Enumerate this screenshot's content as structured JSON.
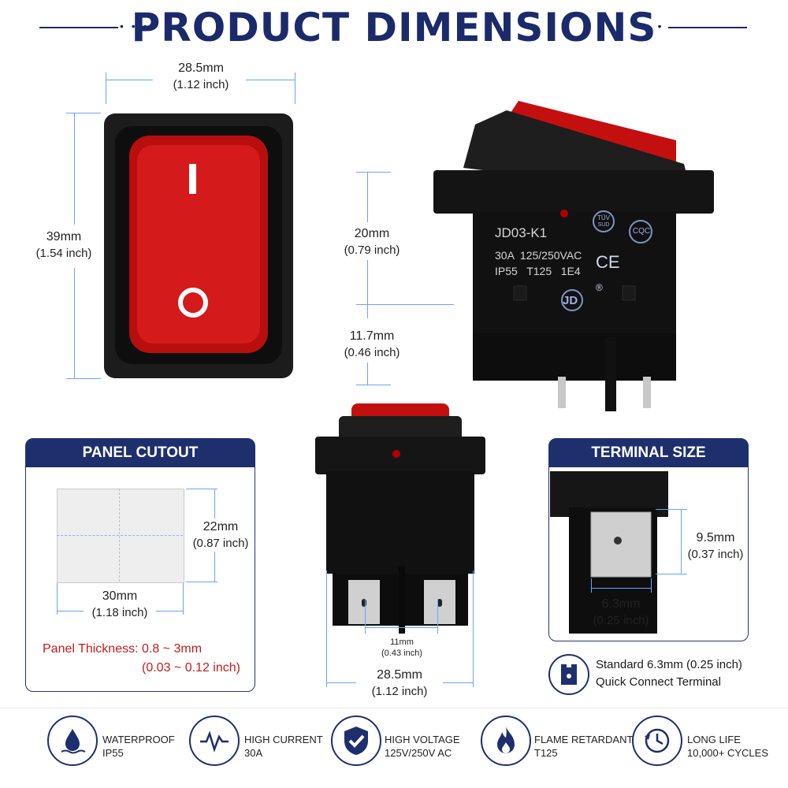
{
  "header": {
    "title": "PRODUCT DIMENSIONS"
  },
  "front_view": {
    "width_mm": "28.5mm",
    "width_in": "(1.12 inch)",
    "height_mm": "39mm",
    "height_in": "(1.54 inch)",
    "symbol_on": "I",
    "symbol_off": "O"
  },
  "side_view": {
    "top_mm": "20mm",
    "top_in": "(0.79 inch)",
    "bottom_mm": "11.7mm",
    "bottom_in": "(0.46 inch)",
    "model": "JD03-K1",
    "rating_line": "30A  125/250VAC",
    "spec_line": "IP55   T125   1E4",
    "cert_tuv": "TÜV",
    "cert_sud": "SUD",
    "cert_cqc": "CQC",
    "cert_ce": "CE",
    "brand": "JD",
    "registered": "®"
  },
  "panel_cutout": {
    "heading": "PANEL CUTOUT",
    "height_mm": "22mm",
    "height_in": "(0.87 inch)",
    "width_mm": "30mm",
    "width_in": "(1.18 inch)",
    "thickness_label": "Panel Thickness: 0.8 ~ 3mm",
    "thickness_in": "(0.03 ~ 0.12 inch)"
  },
  "bottom_view": {
    "spacing_mm": "11mm",
    "spacing_in": "(0.43 inch)",
    "width_mm": "28.5mm",
    "width_in": "(1.12 inch)"
  },
  "terminal_size": {
    "heading": "TERMINAL SIZE",
    "height_mm": "9.5mm",
    "height_in": "(0.37 inch)",
    "width_mm": "6.3mm",
    "width_in": "(0.25 inch)",
    "note_line1": "Standard 6.3mm (0.25 inch)",
    "note_line2": "Quick Connect Terminal"
  },
  "features": [
    {
      "icon": "water-drop-icon",
      "line1": "WATERPROOF",
      "line2": "IP55"
    },
    {
      "icon": "pulse-wave-icon",
      "line1": "HIGH CURRENT",
      "line2": "30A"
    },
    {
      "icon": "shield-check-icon",
      "line1": "HIGH VOLTAGE",
      "line2": "125V/250V AC"
    },
    {
      "icon": "flame-icon",
      "line1": "FLAME RETARDANT",
      "line2": "T125"
    },
    {
      "icon": "clock-cycle-icon",
      "line1": "LONG LIFE",
      "line2": "10,000+ CYCLES"
    }
  ],
  "colors": {
    "navy": "#1e2f6e",
    "switch_red": "#c40f0f",
    "dimension_line": "#6aa2ff",
    "note_red": "#c21c1c"
  }
}
